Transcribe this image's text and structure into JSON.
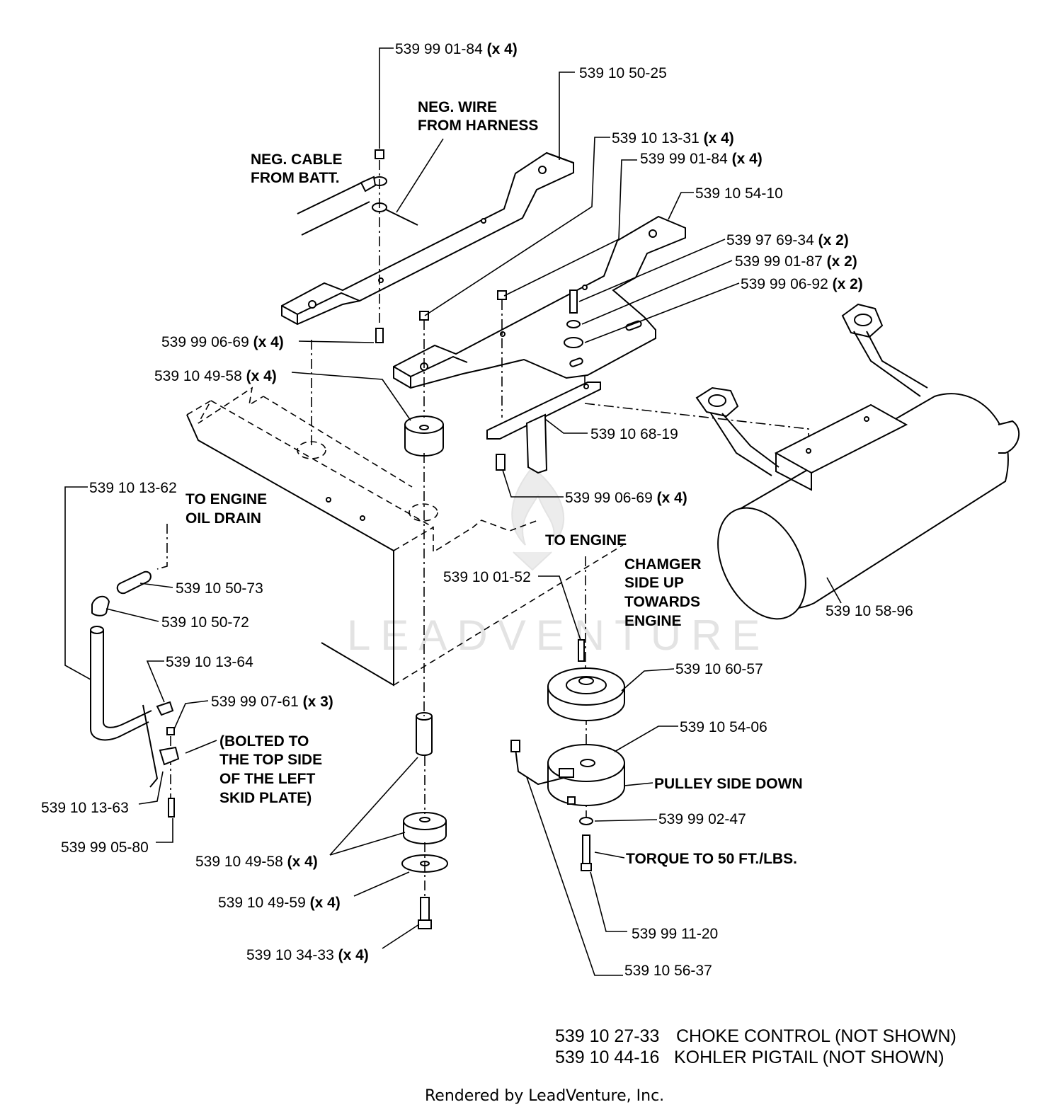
{
  "callouts": [
    {
      "id": "c1",
      "part": "539 99 01-84",
      "qty": "(x 4)"
    },
    {
      "id": "c2",
      "part": "539 10 50-25",
      "qty": ""
    },
    {
      "id": "c3",
      "part": "539 10 13-31",
      "qty": "(x 4)"
    },
    {
      "id": "c4",
      "part": "539 99 01-84",
      "qty": "(x 4)"
    },
    {
      "id": "c5",
      "part": "539 10 54-10",
      "qty": ""
    },
    {
      "id": "c6",
      "part": "539 97 69-34",
      "qty": "(x 2)"
    },
    {
      "id": "c7",
      "part": "539 99 01-87",
      "qty": "(x 2)"
    },
    {
      "id": "c8",
      "part": "539 99 06-92",
      "qty": "(x 2)"
    },
    {
      "id": "c9",
      "part": "539 99 06-69",
      "qty": "(x 4)"
    },
    {
      "id": "c10",
      "part": "539 10 49-58",
      "qty": "(x 4)"
    },
    {
      "id": "c11",
      "part": "539 10 68-19",
      "qty": ""
    },
    {
      "id": "c12",
      "part": "539 99 06-69",
      "qty": "(x 4)"
    },
    {
      "id": "c13",
      "part": "539 10 13-62",
      "qty": ""
    },
    {
      "id": "c14",
      "part": "539 10 50-73",
      "qty": ""
    },
    {
      "id": "c15",
      "part": "539 10 50-72",
      "qty": ""
    },
    {
      "id": "c16",
      "part": "539 10 13-64",
      "qty": ""
    },
    {
      "id": "c17",
      "part": "539 99 07-61",
      "qty": "(x 3)"
    },
    {
      "id": "c18",
      "part": "539 10 13-63",
      "qty": ""
    },
    {
      "id": "c19",
      "part": "539 99 05-80",
      "qty": ""
    },
    {
      "id": "c20",
      "part": "539 10 01-52",
      "qty": ""
    },
    {
      "id": "c21",
      "part": "539 10 58-96",
      "qty": ""
    },
    {
      "id": "c22",
      "part": "539 10 60-57",
      "qty": ""
    },
    {
      "id": "c23",
      "part": "539 10 54-06",
      "qty": ""
    },
    {
      "id": "c24",
      "part": "539 99 02-47",
      "qty": ""
    },
    {
      "id": "c25",
      "part": "539 10 49-58",
      "qty": "(x 4)"
    },
    {
      "id": "c26",
      "part": "539 10 49-59",
      "qty": "(x 4)"
    },
    {
      "id": "c27",
      "part": "539 10 34-33",
      "qty": "(x 4)"
    },
    {
      "id": "c28",
      "part": "539 99 11-20",
      "qty": ""
    },
    {
      "id": "c29",
      "part": "539 10 56-37",
      "qty": ""
    }
  ],
  "notes": {
    "neg_wire": [
      "NEG. WIRE",
      "FROM HARNESS"
    ],
    "neg_cable": [
      "NEG. CABLE",
      "FROM BATT."
    ],
    "oil_drain": [
      "TO ENGINE",
      "OIL DRAIN"
    ],
    "to_engine": "TO ENGINE",
    "chamger": [
      "CHAMGER",
      "SIDE UP",
      "TOWARDS",
      "ENGINE"
    ],
    "bolted": [
      "(BOLTED TO",
      "THE TOP SIDE",
      "OF THE LEFT",
      "SKID PLATE)"
    ],
    "pulley_side": "PULLEY SIDE DOWN",
    "torque": "TORQUE TO 50 FT./LBS."
  },
  "not_shown": [
    {
      "part": "539 10 27-33",
      "desc": "CHOKE CONTROL (NOT SHOWN)"
    },
    {
      "part": "539 10 44-16",
      "desc": "KOHLER PIGTAIL (NOT SHOWN)"
    }
  ],
  "footer": "Rendered by LeadVenture, Inc.",
  "watermark": "LEADVENTURE"
}
